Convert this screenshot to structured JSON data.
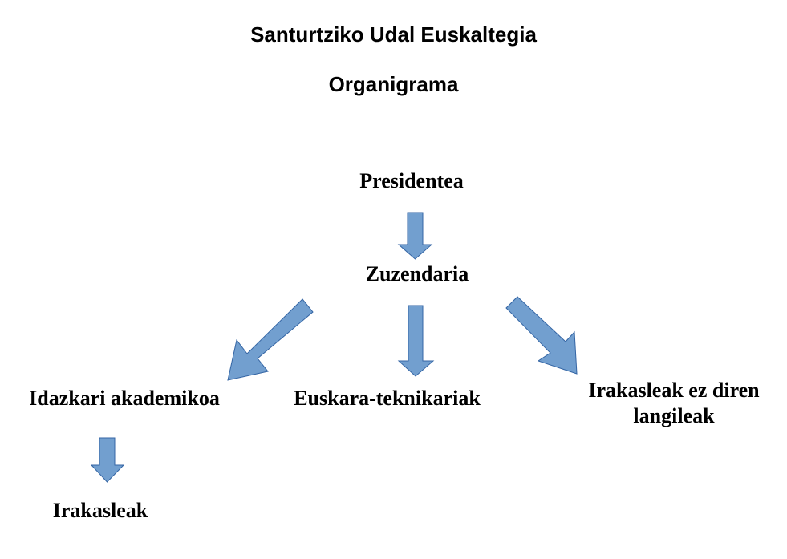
{
  "header": {
    "title": "Santurtziko Udal Euskaltegia",
    "subtitle": "Organigrama"
  },
  "nodes": {
    "presidentea": "Presidentea",
    "zuzendaria": "Zuzendaria",
    "idazkari": "Idazkari akademikoa",
    "euskara_teknikariak": "Euskara-teknikariak",
    "irakasleak_ez_diren_line1": "Irakasleak ez diren",
    "irakasleak_ez_diren_line2": "langileak",
    "irakasleak": "Irakasleak"
  },
  "colors": {
    "arrow_fill": "#729fcf",
    "arrow_stroke": "#3465a4",
    "text": "#000000",
    "background": "#ffffff"
  },
  "connections": [
    {
      "from": "Presidentea",
      "to": "Zuzendaria"
    },
    {
      "from": "Zuzendaria",
      "to": "Idazkari akademikoa"
    },
    {
      "from": "Zuzendaria",
      "to": "Euskara-teknikariak"
    },
    {
      "from": "Zuzendaria",
      "to": "Irakasleak ez diren langileak"
    },
    {
      "from": "Idazkari akademikoa",
      "to": "Irakasleak"
    }
  ]
}
